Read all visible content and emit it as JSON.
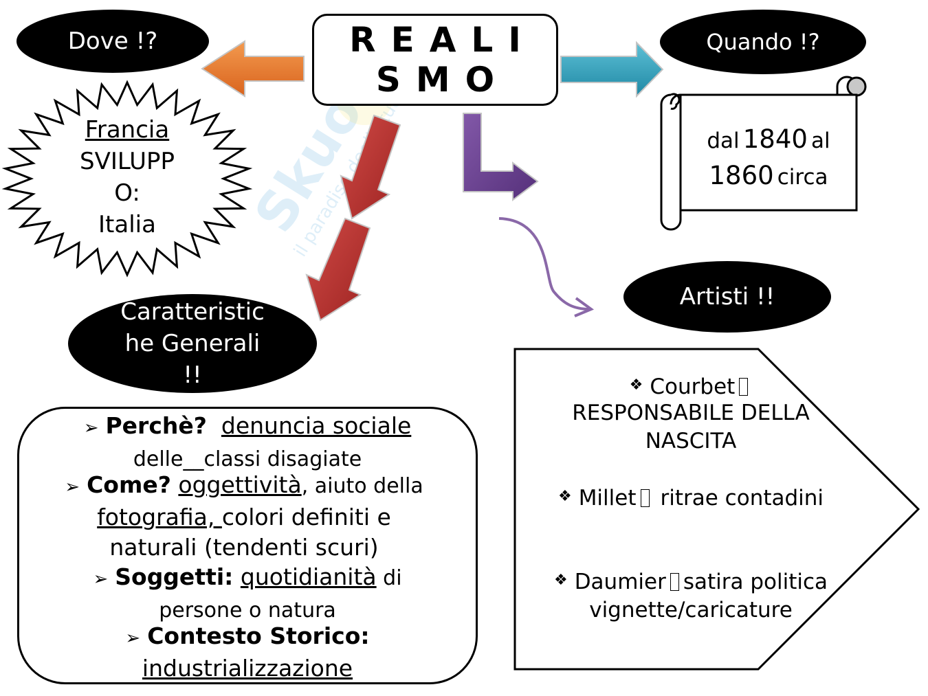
{
  "title": "REALISMO",
  "where": {
    "question": "Dove !?",
    "place": "Francia",
    "development_label": "SVILUPPO:",
    "development_place": "Italia"
  },
  "when": {
    "question": "Quando !?",
    "pre1": "dal",
    "year1": "1840",
    "mid": "al",
    "year2": "1860",
    "post": "circa"
  },
  "features": {
    "question": "Caratteristiche Generali !!",
    "items": [
      {
        "label": "Perchè?",
        "value": "denuncia sociale",
        "rest": "delle__classi disagiate"
      },
      {
        "label": "Come?",
        "value": "oggettività",
        "rest1": ", aiuto della",
        "value2": "fotografia, ",
        "rest2": "colori definiti e naturali (tendenti scuri)"
      },
      {
        "label": "Soggetti:",
        "value": "quotidianità",
        "rest1": " di",
        "rest2": "persone o natura"
      },
      {
        "label": "Contesto Storico:",
        "value": "industrializzazione"
      }
    ]
  },
  "artists": {
    "question": "Artisti !!",
    "list": [
      {
        "name": "Courbet",
        "desc": "RESPONSABILE DELLA NASCITA"
      },
      {
        "name": "Millet",
        "desc": "ritrae contadini"
      },
      {
        "name": "Daumier",
        "desc": "satira politica vignette/caricature"
      }
    ]
  },
  "colors": {
    "orange_arrow": "#e8742a",
    "teal_arrow": "#2e9cb8",
    "red_arrow": "#b5302f",
    "purple_arrow": "#6a3f8c",
    "watermark": "#6fb7e0"
  }
}
